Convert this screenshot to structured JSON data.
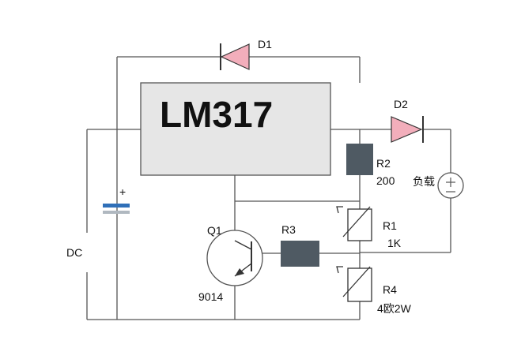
{
  "colors": {
    "ic_fill": "#e6e6e6",
    "diode_fill": "#f2aebb",
    "resistor_fill": "#4f5a63",
    "capacitor_plate": "#2f6fb8",
    "wire": "#555555"
  },
  "components": {
    "ic": {
      "label": "LM317"
    },
    "d1": {
      "label": "D1"
    },
    "d2": {
      "label": "D2"
    },
    "r2": {
      "label": "R2",
      "value": "200"
    },
    "r1": {
      "label": "R1",
      "value": "1K"
    },
    "r3": {
      "label": "R3"
    },
    "r4": {
      "label": "R4",
      "value": "4欧2W"
    },
    "q1": {
      "label": "Q1",
      "value": "9014"
    },
    "load": {
      "label": "负载"
    },
    "source": {
      "label": "DC"
    },
    "capacitor": {
      "polarity": "+"
    }
  }
}
